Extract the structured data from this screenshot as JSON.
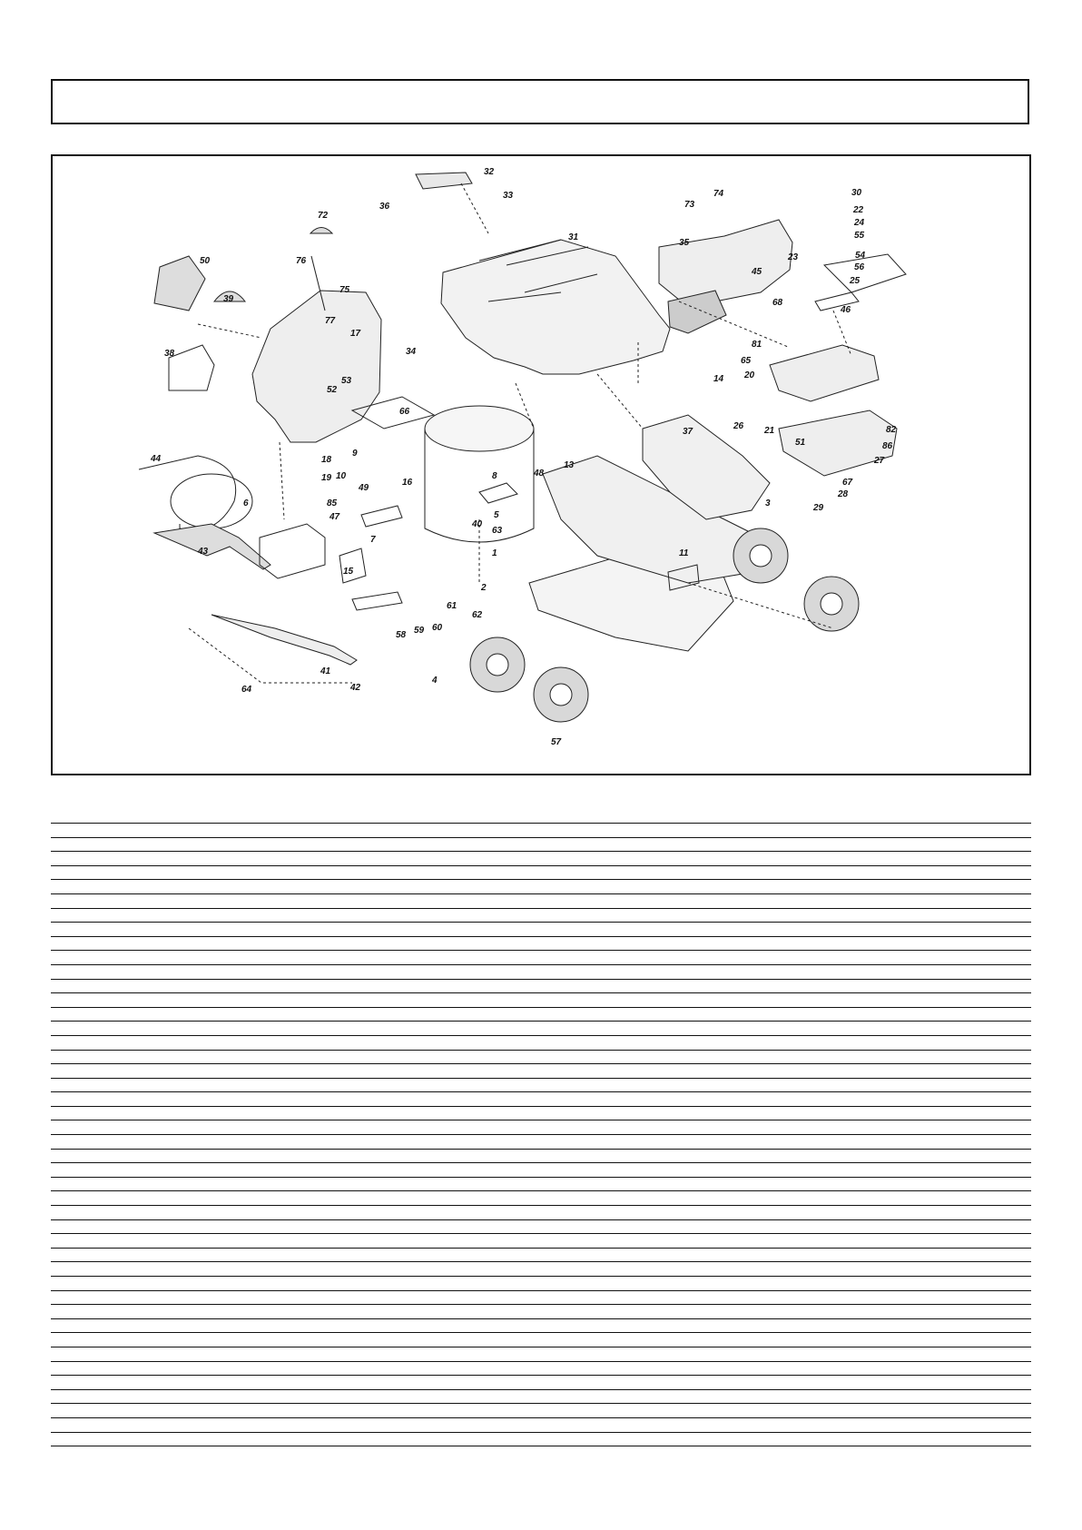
{
  "header": {
    "title": ""
  },
  "callouts": [
    "1",
    "2",
    "3",
    "4",
    "5",
    "6",
    "7",
    "8",
    "9",
    "10",
    "11",
    "13",
    "14",
    "15",
    "16",
    "17",
    "18",
    "19",
    "20",
    "21",
    "22",
    "23",
    "24",
    "25",
    "26",
    "27",
    "28",
    "29",
    "30",
    "31",
    "32",
    "33",
    "34",
    "35",
    "36",
    "37",
    "38",
    "39",
    "40",
    "41",
    "42",
    "43",
    "44",
    "45",
    "46",
    "47",
    "48",
    "49",
    "50",
    "51",
    "52",
    "53",
    "54",
    "55",
    "56",
    "57",
    "58",
    "59",
    "60",
    "61",
    "62",
    "63",
    "64",
    "65",
    "66",
    "67",
    "68",
    "72",
    "73",
    "74",
    "75",
    "76",
    "77",
    "81",
    "82",
    "85",
    "86"
  ],
  "parts_table": {
    "row_count": 44,
    "rows": []
  }
}
